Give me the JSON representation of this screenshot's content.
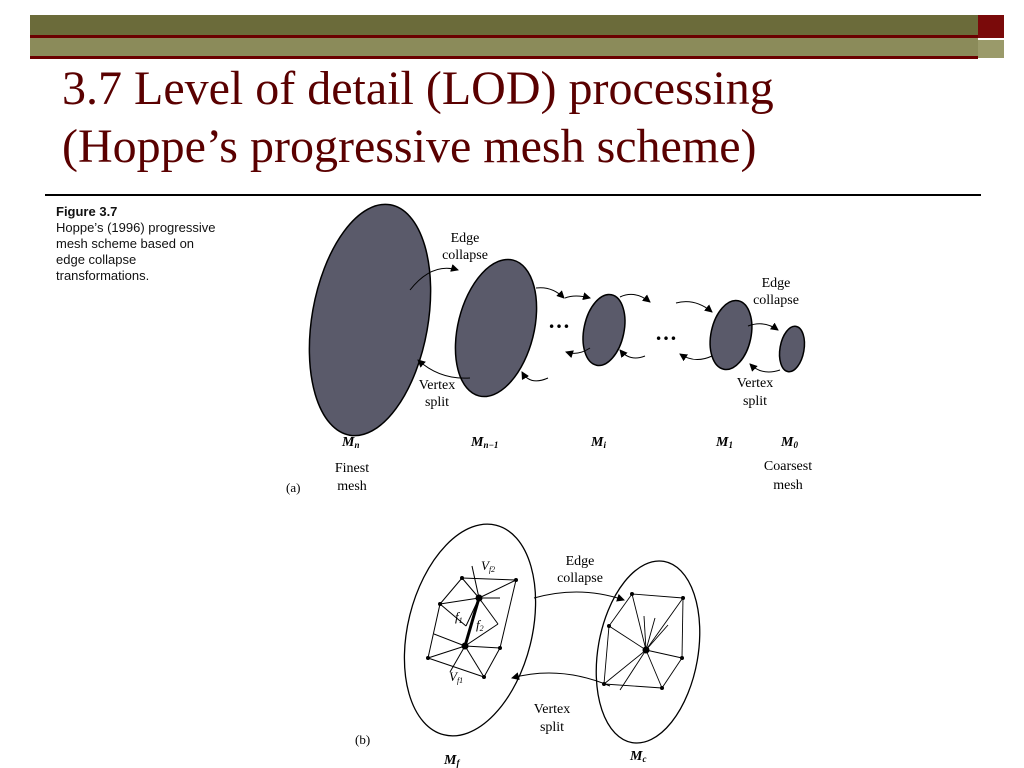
{
  "slide": {
    "title_line1": "3.7 Level of detail (LOD) processing",
    "title_line2": "(Hoppe’s progressive mesh scheme)"
  },
  "caption": {
    "figure_label": "Figure 3.7",
    "line1": "Hoppe’s (1996) progressive",
    "line2": "mesh scheme based on",
    "line3": "edge collapse",
    "line4": "transformations."
  },
  "diagram_a": {
    "panel_label": "(a)",
    "ellipsis1": "…",
    "ellipsis2": "…",
    "edge_collapse_1_line1": "Edge",
    "edge_collapse_1_line2": "collapse",
    "vertex_split_1_line1": "Vertex",
    "vertex_split_1_line2": "split",
    "edge_collapse_2_line1": "Edge",
    "edge_collapse_2_line2": "collapse",
    "vertex_split_2_line1": "Vertex",
    "vertex_split_2_line2": "split",
    "label_mn": "M",
    "label_mn_sub": "n",
    "label_mn1": "M",
    "label_mn1_sub": "n−1",
    "label_mi": "M",
    "label_mi_sub": "i",
    "label_m1": "M",
    "label_m1_sub": "1",
    "label_m0": "M",
    "label_m0_sub": "0",
    "finest_line1": "Finest",
    "finest_line2": "mesh",
    "coarsest_line1": "Coarsest",
    "coarsest_line2": "mesh"
  },
  "diagram_b": {
    "panel_label": "(b)",
    "edge_collapse_line1": "Edge",
    "edge_collapse_line2": "collapse",
    "vertex_split_line1": "Vertex",
    "vertex_split_line2": "split",
    "label_mf": "M",
    "label_mf_sub": "f",
    "label_mc": "M",
    "label_mc_sub": "c",
    "label_vf2": "V",
    "label_vf2_sub": "f2",
    "label_vf1": "V",
    "label_vf1_sub": "f1",
    "label_f1": "f",
    "label_f1_sub": "1",
    "label_f2": "f",
    "label_f2_sub": "2"
  },
  "colors": {
    "title": "#5a0000",
    "mesh_fill": "#5a5a6a",
    "bar_dark": "#6b6b3a",
    "accent_red": "#7a0a0a"
  }
}
